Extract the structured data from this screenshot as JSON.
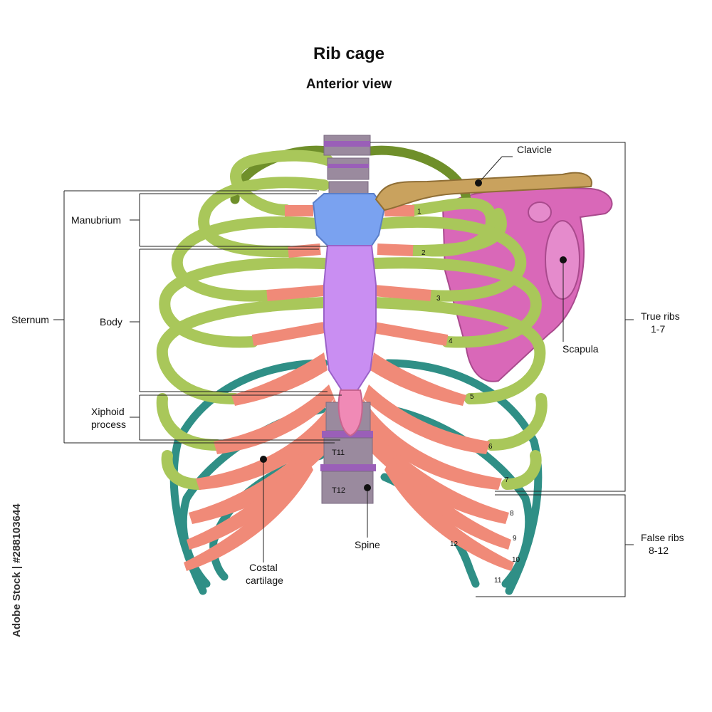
{
  "title": "Rib cage",
  "subtitle": "Anterior view",
  "labels": {
    "clavicle": "Clavicle",
    "manubrium": "Manubrium",
    "sternum": "Sternum",
    "body": "Body",
    "xiphoid_1": "Xiphoid",
    "xiphoid_2": "process",
    "scapula": "Scapula",
    "true_ribs_1": "True ribs",
    "true_ribs_2": "1-7",
    "false_ribs_1": "False ribs",
    "false_ribs_2": "8-12",
    "costal_1": "Costal",
    "costal_2": "cartilage",
    "spine": "Spine",
    "t11": "T11",
    "t12": "T12"
  },
  "rib_numbers": [
    "1",
    "2",
    "3",
    "4",
    "5",
    "6",
    "7",
    "8",
    "9",
    "10",
    "11",
    "12"
  ],
  "watermark": "Adobe Stock | #288103644",
  "colors": {
    "true_rib": "#a9c75a",
    "true_rib_dark": "#6f8f2a",
    "false_rib": "#2f8f86",
    "cartilage": "#f08a78",
    "manubrium": "#7aa2f0",
    "sternum_body": "#c98ef2",
    "xiphoid": "#f08ab6",
    "clavicle": "#c9a25e",
    "scapula": "#d968b8",
    "vertebra": "#9a8a9e",
    "disc": "#9a5fb8"
  }
}
